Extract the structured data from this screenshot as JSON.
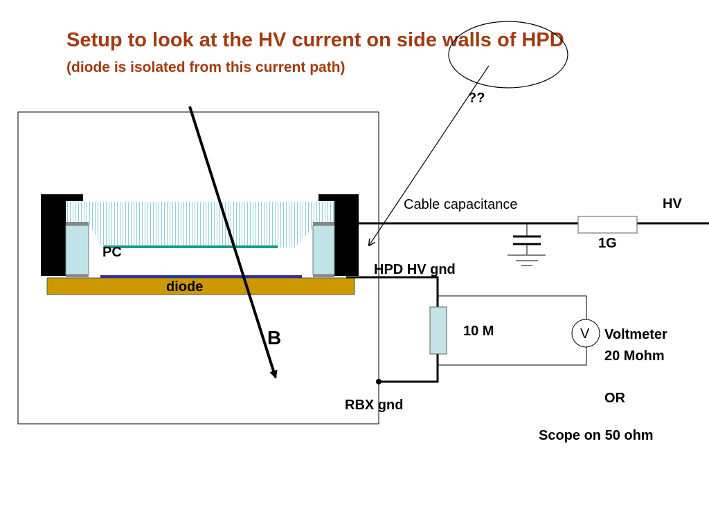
{
  "title": "Setup to look at the HV current on side walls of HPD",
  "subtitle": "(diode is isolated from this current path)",
  "labels": {
    "question": "??",
    "cable_capacitance": "Cable capacitance",
    "hv": "HV",
    "resistor_1g": "1G",
    "hpd_hv_gnd": "HPD HV gnd",
    "resistor_10m": "10 M",
    "voltmeter_symbol": "V",
    "voltmeter_line1": "Voltmeter",
    "voltmeter_line2": "20 Mohm",
    "or": "OR",
    "scope": "Scope on 50 ohm",
    "rbx_gnd": "RBX gnd",
    "pc": "PC",
    "diode": "diode",
    "b_field": "B"
  },
  "colors": {
    "title": "#a33a0e",
    "diode_base": "#cc9900",
    "pc_line": "#1a9a8a",
    "diode_line": "#333399",
    "window": "#bfe3e6",
    "resistor": "#c4e3e6"
  }
}
